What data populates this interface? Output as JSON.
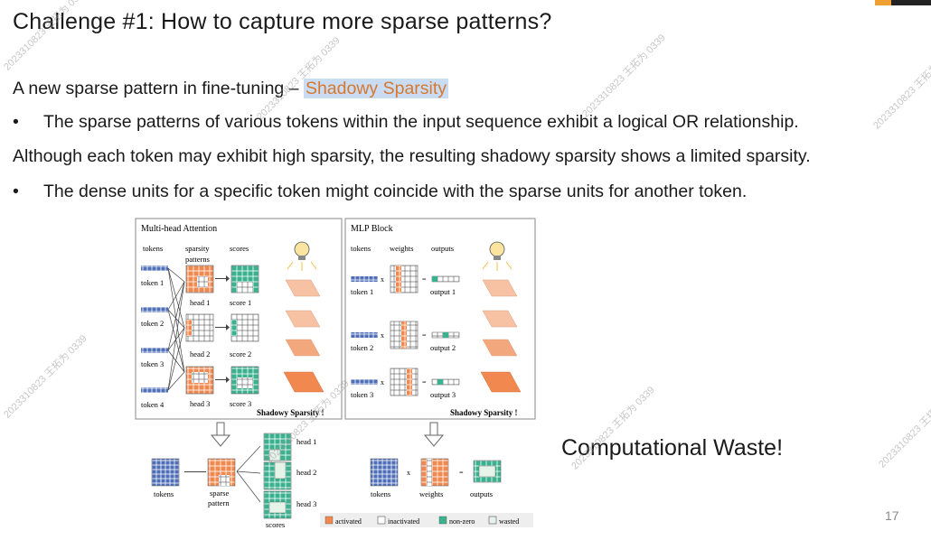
{
  "title": "Challenge #1: How to capture more sparse patterns?",
  "line1_prefix": "A new sparse pattern in fine-tuning – ",
  "line1_highlight": "Shadowy Sparsity",
  "bullet_char": "•",
  "bullet1": "The sparse patterns of various tokens within the input sequence exhibit a logical OR relationship.",
  "line3": "Although each token may exhibit high sparsity, the resulting shadowy sparsity shows a limited sparsity.",
  "bullet2": "The dense units for a specific token might coincide with the sparse units for another token.",
  "callout": "Computational Waste!",
  "page_number": "17",
  "watermark": "2023310823 王拓为 0339",
  "figure": {
    "left_panel_title": "Multi-head Attention",
    "right_panel_title": "MLP Block",
    "col_tokens": "tokens",
    "col_sparsity": "sparsity",
    "col_patterns": "patterns",
    "col_scores": "scores",
    "col_weights": "weights",
    "col_outputs": "outputs",
    "token1": "token 1",
    "token2": "token 2",
    "token3": "token 3",
    "token4": "token 4",
    "head1": "head 1",
    "head2": "head 2",
    "head3": "head 3",
    "score1": "score 1",
    "score2": "score 2",
    "score3": "score 3",
    "output1": "output 1",
    "output2": "output 2",
    "output3": "output 3",
    "shadowy": "Shadowy Sparsity !",
    "bottom_tokens": "tokens",
    "bottom_sparse": "sparse",
    "bottom_pattern": "pattern",
    "bottom_scores": "scores",
    "bottom_weights": "weights",
    "bottom_outputs": "outputs",
    "times": "x",
    "equals": "=",
    "legend_activated": "activated",
    "legend_inactivated": "inactivated",
    "legend_nonzero": "non-zero",
    "legend_wasted": "wasted"
  },
  "colors": {
    "orange": "#f0884f",
    "teal": "#3bb28f",
    "blue": "#4f6fb8",
    "highlight_bg": "#c9dcf3",
    "highlight_text": "#d6782e"
  }
}
